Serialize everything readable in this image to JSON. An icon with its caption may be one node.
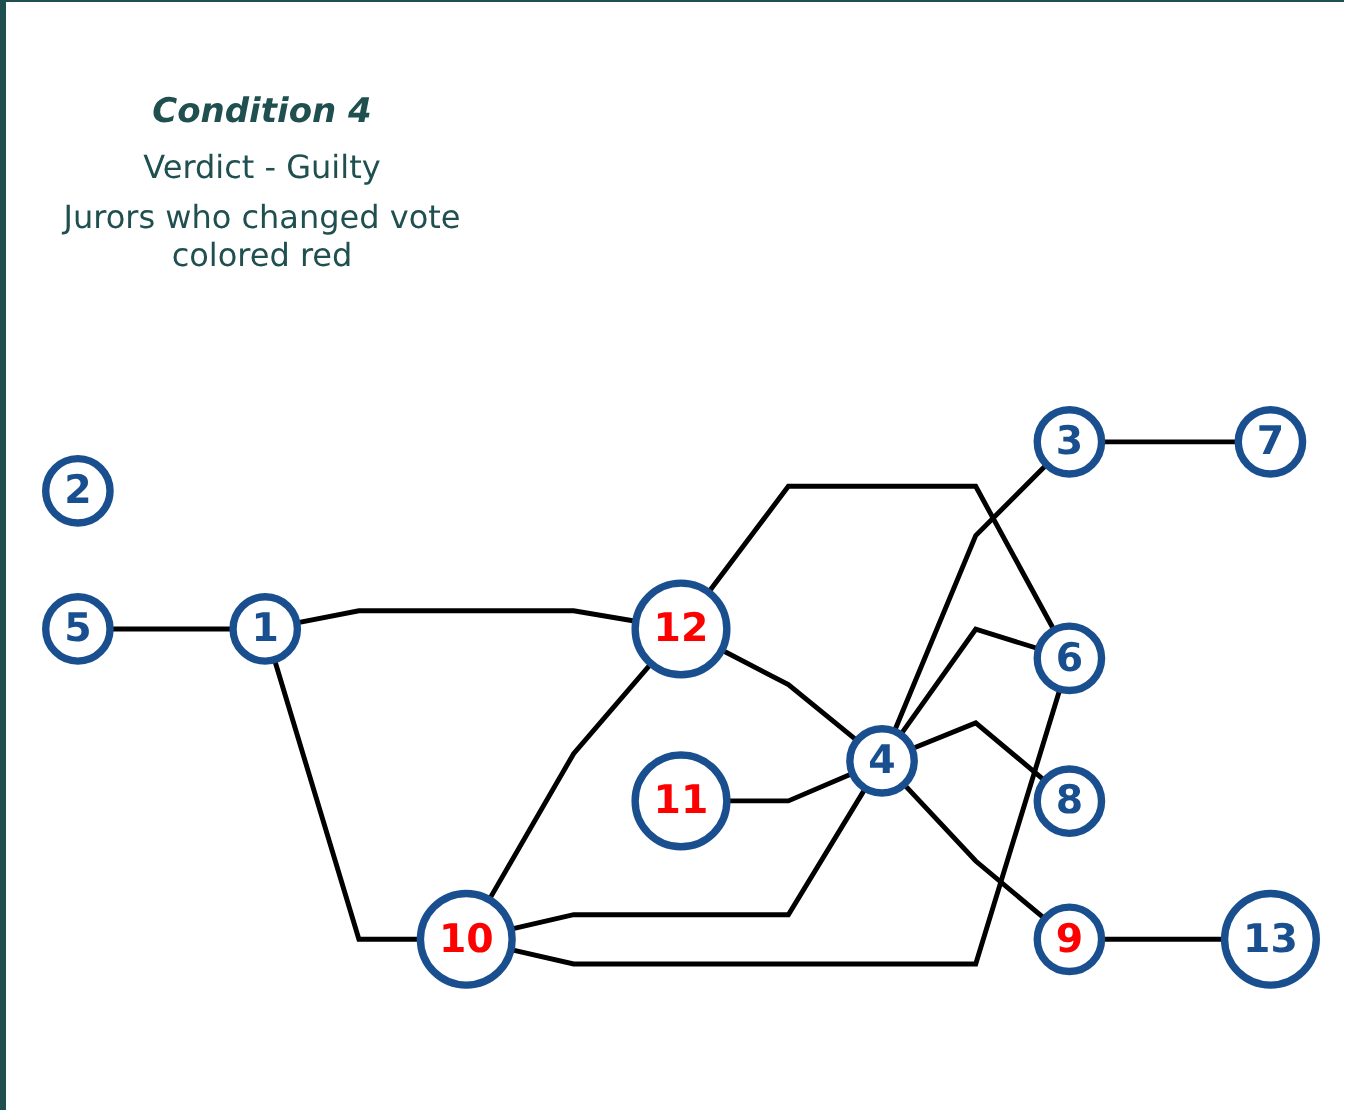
{
  "diagram": {
    "title": "Condition 4",
    "nodes": [
      {
        "text": [
          "12"
        ]
      },
      {
        "text": [
          "2"
        ]
      },
      {
        "text": [
          "11"
        ]
      },
      {
        "text": [
          "7"
        ]
      },
      {
        "text": [
          "3"
        ]
      },
      {
        "text": [
          "5"
        ]
      },
      {
        "text": [
          "1"
        ]
      },
      {
        "text": [
          "10"
        ]
      },
      {
        "text": [
          "4"
        ]
      },
      {
        "text": [
          "9"
        ]
      },
      {
        "text": [
          "6"
        ]
      },
      {
        "text": [
          "8"
        ]
      },
      {
        "text": [
          "13"
        ]
      }
    ],
    "edges": [
      {
        "from": 5,
        "to": 6,
        "arrow": "none"
      },
      {
        "from": 6,
        "to": 0,
        "arrow": "none"
      },
      {
        "from": 6,
        "to": 7,
        "arrow": "none"
      },
      {
        "from": 7,
        "to": 0,
        "arrow": "none"
      },
      {
        "from": 7,
        "to": 8,
        "arrow": "none"
      },
      {
        "from": 7,
        "to": 10,
        "arrow": "none"
      },
      {
        "from": 0,
        "to": 10,
        "arrow": "none"
      },
      {
        "from": 0,
        "to": 8,
        "arrow": "none"
      },
      {
        "from": 2,
        "to": 8,
        "arrow": "none"
      },
      {
        "from": 8,
        "to": 4,
        "arrow": "none"
      },
      {
        "from": 4,
        "to": 3,
        "arrow": "none"
      },
      {
        "from": 8,
        "to": 10,
        "arrow": "none"
      },
      {
        "from": 8,
        "to": 11,
        "arrow": "none"
      },
      {
        "from": 8,
        "to": 9,
        "arrow": "none"
      },
      {
        "from": 9,
        "to": 12,
        "arrow": "none"
      }
    ],
    "labels": [
      "Verdict - Guilty",
      "Jurors who changed vote colored red"
    ]
  }
}
